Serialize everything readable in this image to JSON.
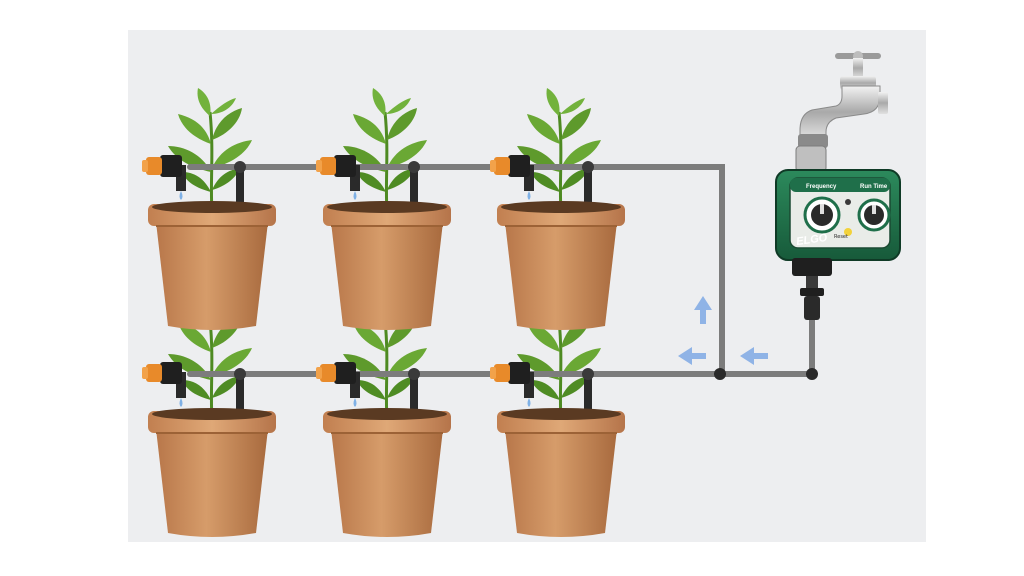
{
  "timer": {
    "brand": "ELGO",
    "frequency_label": "Frequency",
    "run_time_label": "Run Time",
    "reset_label": "Reset"
  },
  "colors": {
    "background_panel": "#edeef0",
    "pipe": "#7c7c7c",
    "pot": "#c98e5c",
    "leaf": "#5e9a2c",
    "dripper_orange": "#e88a2a",
    "timer_green": "#1f6f4a",
    "flow_arrow": "#8fb3e6",
    "water_drop": "#7fb1e6"
  },
  "icons": {
    "faucet": "faucet-icon",
    "timer": "water-timer-icon",
    "arrow_up": "arrow-up-icon",
    "arrow_left": "arrow-left-icon"
  }
}
